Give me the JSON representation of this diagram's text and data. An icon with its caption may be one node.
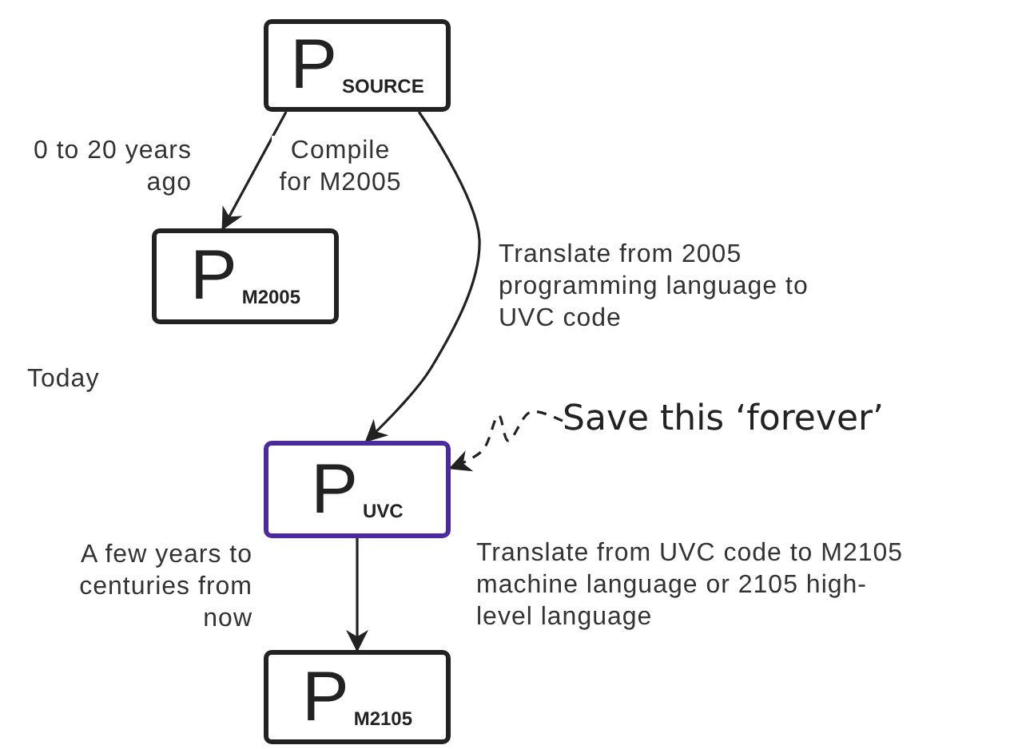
{
  "diagram": {
    "nodes": [
      {
        "text": [
          "P$_{SOURCE}$"
        ]
      },
      {
        "text": [
          "P$_{M2005}$"
        ]
      },
      {
        "text": [
          "Save this ‘forever’"
        ]
      },
      {
        "text": [
          "P$_{UVC}$"
        ]
      },
      {
        "text": [
          "P$_{M2105}$"
        ]
      }
    ],
    "edges": [
      {
        "from": 0,
        "to": 1,
        "arrow": "to",
        "label": "Compile for M2005"
      },
      {
        "from": 0,
        "to": 3,
        "arrow": "to",
        "label": "Translate from 2005 programming language to UVC code"
      },
      {
        "from": 2,
        "to": 3,
        "arrow": "to",
        "style": "dashed"
      },
      {
        "from": 3,
        "to": 4,
        "arrow": "to",
        "label": "Translate from UVC code to M2105 machine language or 2105 high-level language"
      }
    ],
    "labels": [
      "0 to 20 years ago",
      "Today",
      "A few years to centuries from now"
    ]
  }
}
